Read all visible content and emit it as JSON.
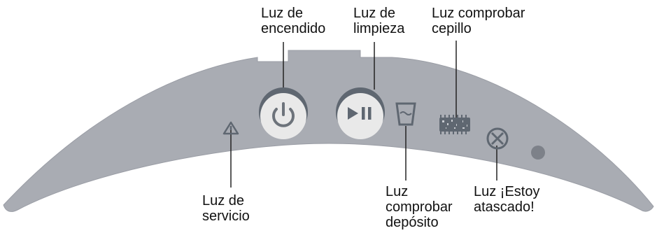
{
  "labels": {
    "power_light": "Luz de\nencendido",
    "clean_light": "Luz de\nlimpieza",
    "check_brush_light": "Luz comprobar\ncepillo",
    "service_light": "Luz de\nservicio",
    "check_bin_light": "Luz\ncomprobar\ndepósito",
    "stuck_light": "Luz ¡Estoy\natascado!"
  },
  "icons": {
    "power_button": "power-icon",
    "clean_button": "play-pause-icon",
    "service": "warning-triangle-icon",
    "bin": "bin-icon",
    "brush": "brush-icon",
    "stuck": "x-circle-icon",
    "dot": "indicator-dot"
  },
  "colors": {
    "panel": "#a9acb3",
    "panel_outline": "#9a9da5",
    "button_face": "#e9e9e9",
    "button_ring": "#5f6771",
    "icon": "#5f6771",
    "leader": "#222222"
  }
}
